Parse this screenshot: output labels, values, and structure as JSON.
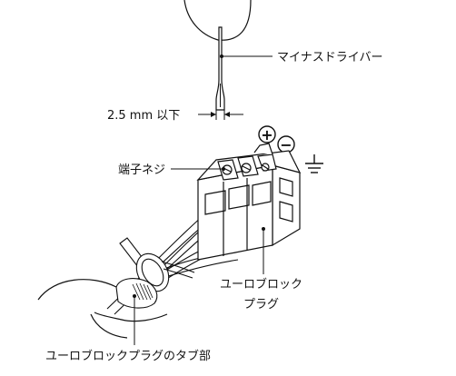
{
  "labels": {
    "screwdriver": "マイナスドライバー",
    "blade_width": "2.5 mm 以下",
    "terminal_screw": "端子ネジ",
    "plug_line1": "ユーロブロック",
    "plug_line2": "プラグ",
    "plug_tab": "ユーロブロックプラグのタブ部"
  },
  "symbols": {
    "positive": "+",
    "negative": "−"
  },
  "colors": {
    "line": "#111111",
    "background": "#ffffff"
  }
}
